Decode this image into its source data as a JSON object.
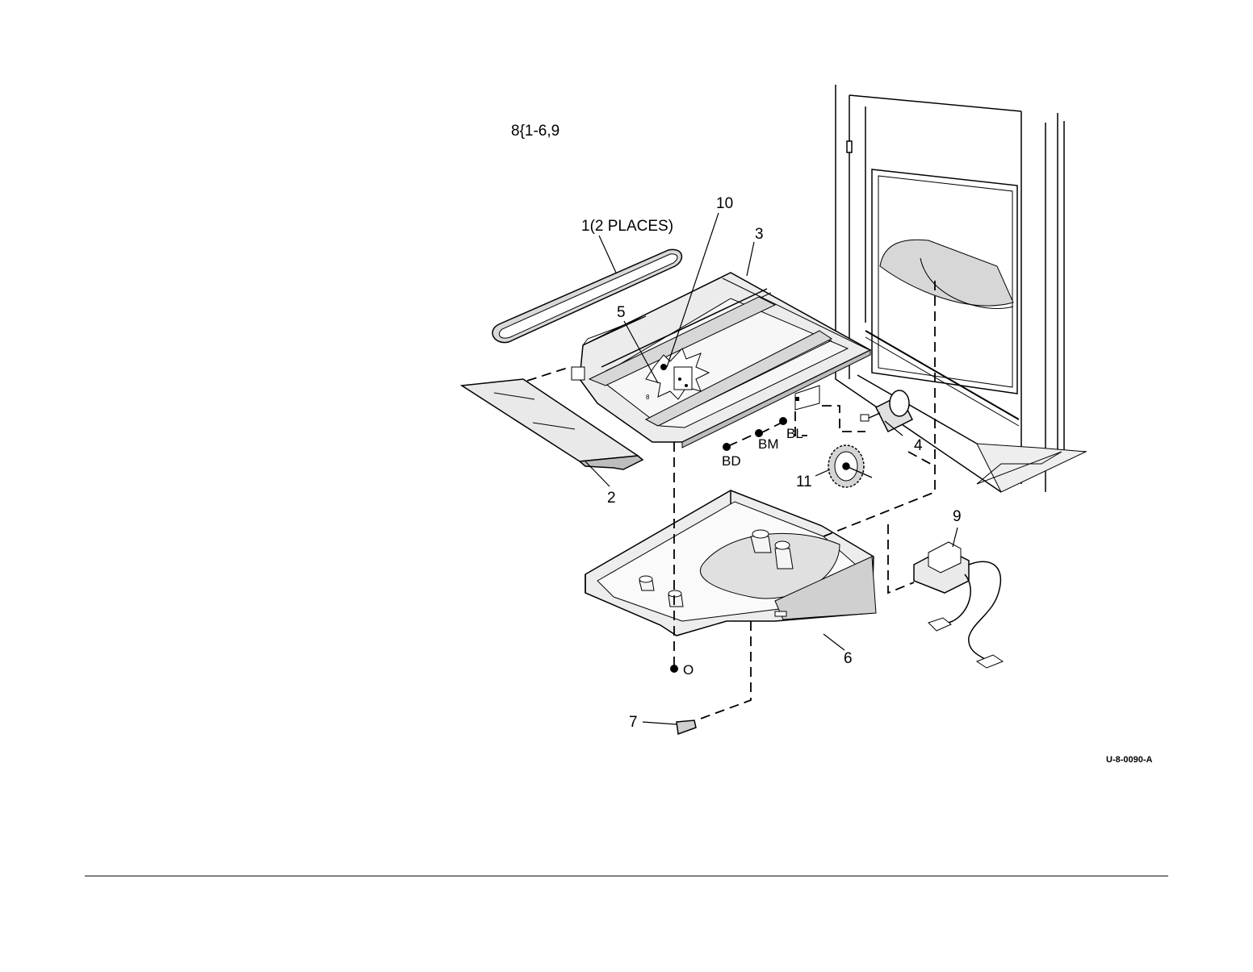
{
  "header_note": "8{1-6,9",
  "figure_id": "U-8-0090-A",
  "callouts": {
    "c1": "1(2 PLACES)",
    "c2": "2",
    "c3": "3",
    "c4": "4",
    "c5": "5",
    "c6": "6",
    "c7": "7",
    "c9": "9",
    "c10": "10",
    "c11": "11"
  },
  "connection_points": {
    "bd": "BD",
    "bm": "BM",
    "bl": "BL",
    "o": "O"
  },
  "small_mark": "8"
}
